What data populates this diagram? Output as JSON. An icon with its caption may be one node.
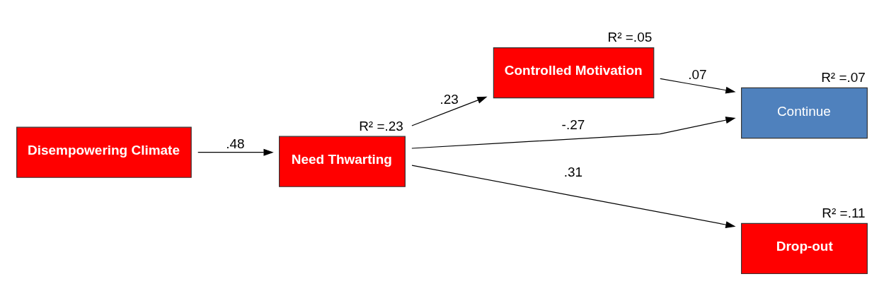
{
  "diagram": {
    "nodes": [
      {
        "text": [
          "Disempowering Climate"
        ]
      },
      {
        "text": [
          "Need Thwarting"
        ],
        "beside": [
          "R² =.23"
        ]
      },
      {
        "text": [
          "Controlled Motivation"
        ],
        "beside": [
          "R² =.05"
        ]
      },
      {
        "text": [
          "Continue"
        ],
        "beside": [
          "R² =.07"
        ]
      },
      {
        "text": [
          "Drop-out"
        ],
        "beside": [
          "R² =.11"
        ]
      }
    ],
    "edges": [
      {
        "from": 0,
        "to": 1,
        "arrow": "to",
        "label": ".48"
      },
      {
        "from": 1,
        "to": 2,
        "arrow": "to",
        "label": ".23"
      },
      {
        "from": 1,
        "to": 3,
        "arrow": "to",
        "label": "-.27"
      },
      {
        "from": 2,
        "to": 3,
        "arrow": "to",
        "label": ".07"
      },
      {
        "from": 1,
        "to": 4,
        "arrow": "to",
        "label": ".31"
      }
    ]
  }
}
